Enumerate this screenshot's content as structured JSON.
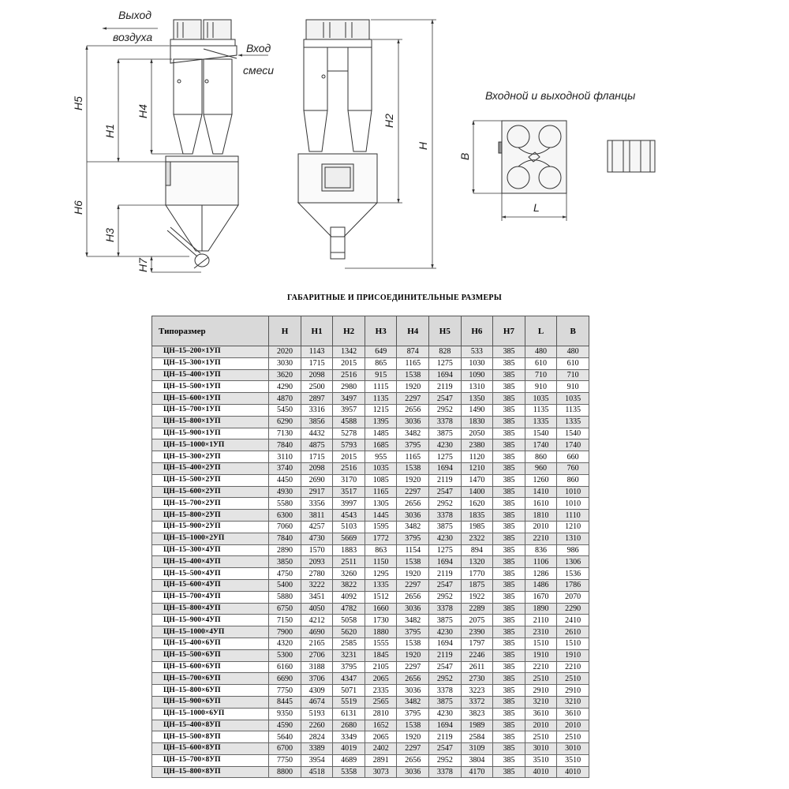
{
  "labels": {
    "air_outlet_1": "Выход",
    "air_outlet_2": "воздуха",
    "mixture_inlet_1": "Вход",
    "mixture_inlet_2": "смеси",
    "flanges": "Входной и выходной фланцы",
    "H": "H",
    "H1": "H1",
    "H2": "H2",
    "H3": "H3",
    "H4": "H4",
    "H5": "H5",
    "H6": "H6",
    "H7": "H7",
    "B": "B",
    "L": "L"
  },
  "table": {
    "title": "ГАБАРИТНЫЕ И ПРИСОЕДИНИТЕЛЬНЫЕ РАЗМЕРЫ",
    "headers": [
      "Типоразмер",
      "Н",
      "Н1",
      "Н2",
      "Н3",
      "Н4",
      "Н5",
      "Н6",
      "Н7",
      "L",
      "В"
    ],
    "rows": [
      [
        "ЦН–15–200×1УП",
        "2020",
        "1143",
        "1342",
        "649",
        "874",
        "828",
        "533",
        "385",
        "480",
        "480"
      ],
      [
        "ЦН–15–300×1УП",
        "3030",
        "1715",
        "2015",
        "865",
        "1165",
        "1275",
        "1030",
        "385",
        "610",
        "610"
      ],
      [
        "ЦН–15–400×1УП",
        "3620",
        "2098",
        "2516",
        "915",
        "1538",
        "1694",
        "1090",
        "385",
        "710",
        "710"
      ],
      [
        "ЦН–15–500×1УП",
        "4290",
        "2500",
        "2980",
        "1115",
        "1920",
        "2119",
        "1310",
        "385",
        "910",
        "910"
      ],
      [
        "ЦН–15–600×1УП",
        "4870",
        "2897",
        "3497",
        "1135",
        "2297",
        "2547",
        "1350",
        "385",
        "1035",
        "1035"
      ],
      [
        "ЦН–15–700×1УП",
        "5450",
        "3316",
        "3957",
        "1215",
        "2656",
        "2952",
        "1490",
        "385",
        "1135",
        "1135"
      ],
      [
        "ЦН–15–800×1УП",
        "6290",
        "3856",
        "4588",
        "1395",
        "3036",
        "3378",
        "1830",
        "385",
        "1335",
        "1335"
      ],
      [
        "ЦН–15–900×1УП",
        "7130",
        "4432",
        "5278",
        "1485",
        "3482",
        "3875",
        "2050",
        "385",
        "1540",
        "1540"
      ],
      [
        "ЦН–15–1000×1УП",
        "7840",
        "4875",
        "5793",
        "1685",
        "3795",
        "4230",
        "2380",
        "385",
        "1740",
        "1740"
      ],
      [
        "ЦН–15–300×2УП",
        "3110",
        "1715",
        "2015",
        "955",
        "1165",
        "1275",
        "1120",
        "385",
        "860",
        "660"
      ],
      [
        "ЦН–15–400×2УП",
        "3740",
        "2098",
        "2516",
        "1035",
        "1538",
        "1694",
        "1210",
        "385",
        "960",
        "760"
      ],
      [
        "ЦН–15–500×2УП",
        "4450",
        "2690",
        "3170",
        "1085",
        "1920",
        "2119",
        "1470",
        "385",
        "1260",
        "860"
      ],
      [
        "ЦН–15–600×2УП",
        "4930",
        "2917",
        "3517",
        "1165",
        "2297",
        "2547",
        "1400",
        "385",
        "1410",
        "1010"
      ],
      [
        "ЦН–15–700×2УП",
        "5580",
        "3356",
        "3997",
        "1305",
        "2656",
        "2952",
        "1620",
        "385",
        "1610",
        "1010"
      ],
      [
        "ЦН–15–800×2УП",
        "6300",
        "3811",
        "4543",
        "1445",
        "3036",
        "3378",
        "1835",
        "385",
        "1810",
        "1110"
      ],
      [
        "ЦН–15–900×2УП",
        "7060",
        "4257",
        "5103",
        "1595",
        "3482",
        "3875",
        "1985",
        "385",
        "2010",
        "1210"
      ],
      [
        "ЦН–15–1000×2УП",
        "7840",
        "4730",
        "5669",
        "1772",
        "3795",
        "4230",
        "2322",
        "385",
        "2210",
        "1310"
      ],
      [
        "ЦН–15–300×4УП",
        "2890",
        "1570",
        "1883",
        "863",
        "1154",
        "1275",
        "894",
        "385",
        "836",
        "986"
      ],
      [
        "ЦН–15–400×4УП",
        "3850",
        "2093",
        "2511",
        "1150",
        "1538",
        "1694",
        "1320",
        "385",
        "1106",
        "1306"
      ],
      [
        "ЦН–15–500×4УП",
        "4750",
        "2780",
        "3260",
        "1295",
        "1920",
        "2119",
        "1770",
        "385",
        "1286",
        "1536"
      ],
      [
        "ЦН–15–600×4УП",
        "5400",
        "3222",
        "3822",
        "1335",
        "2297",
        "2547",
        "1875",
        "385",
        "1486",
        "1786"
      ],
      [
        "ЦН–15–700×4УП",
        "5880",
        "3451",
        "4092",
        "1512",
        "2656",
        "2952",
        "1922",
        "385",
        "1670",
        "2070"
      ],
      [
        "ЦН–15–800×4УП",
        "6750",
        "4050",
        "4782",
        "1660",
        "3036",
        "3378",
        "2289",
        "385",
        "1890",
        "2290"
      ],
      [
        "ЦН–15–900×4УП",
        "7150",
        "4212",
        "5058",
        "1730",
        "3482",
        "3875",
        "2075",
        "385",
        "2110",
        "2410"
      ],
      [
        "ЦН–15–1000×4УП",
        "7900",
        "4690",
        "5620",
        "1880",
        "3795",
        "4230",
        "2390",
        "385",
        "2310",
        "2610"
      ],
      [
        "ЦН–15–400×6УП",
        "4320",
        "2165",
        "2585",
        "1555",
        "1538",
        "1694",
        "1797",
        "385",
        "1510",
        "1510"
      ],
      [
        "ЦН–15–500×6УП",
        "5300",
        "2706",
        "3231",
        "1845",
        "1920",
        "2119",
        "2246",
        "385",
        "1910",
        "1910"
      ],
      [
        "ЦН–15–600×6УП",
        "6160",
        "3188",
        "3795",
        "2105",
        "2297",
        "2547",
        "2611",
        "385",
        "2210",
        "2210"
      ],
      [
        "ЦН–15–700×6УП",
        "6690",
        "3706",
        "4347",
        "2065",
        "2656",
        "2952",
        "2730",
        "385",
        "2510",
        "2510"
      ],
      [
        "ЦН–15–800×6УП",
        "7750",
        "4309",
        "5071",
        "2335",
        "3036",
        "3378",
        "3223",
        "385",
        "2910",
        "2910"
      ],
      [
        "ЦН–15–900×6УП",
        "8445",
        "4674",
        "5519",
        "2565",
        "3482",
        "3875",
        "3372",
        "385",
        "3210",
        "3210"
      ],
      [
        "ЦН–15–1000×6УП",
        "9350",
        "5193",
        "6131",
        "2810",
        "3795",
        "4230",
        "3823",
        "385",
        "3610",
        "3610"
      ],
      [
        "ЦН–15–400×8УП",
        "4590",
        "2260",
        "2680",
        "1652",
        "1538",
        "1694",
        "1989",
        "385",
        "2010",
        "2010"
      ],
      [
        "ЦН–15–500×8УП",
        "5640",
        "2824",
        "3349",
        "2065",
        "1920",
        "2119",
        "2584",
        "385",
        "2510",
        "2510"
      ],
      [
        "ЦН–15–600×8УП",
        "6700",
        "3389",
        "4019",
        "2402",
        "2297",
        "2547",
        "3109",
        "385",
        "3010",
        "3010"
      ],
      [
        "ЦН–15–700×8УП",
        "7750",
        "3954",
        "4689",
        "2891",
        "2656",
        "2952",
        "3804",
        "385",
        "3510",
        "3510"
      ],
      [
        "ЦН–15–800×8УП",
        "8800",
        "4518",
        "5358",
        "3073",
        "3036",
        "3378",
        "4170",
        "385",
        "4010",
        "4010"
      ]
    ]
  }
}
